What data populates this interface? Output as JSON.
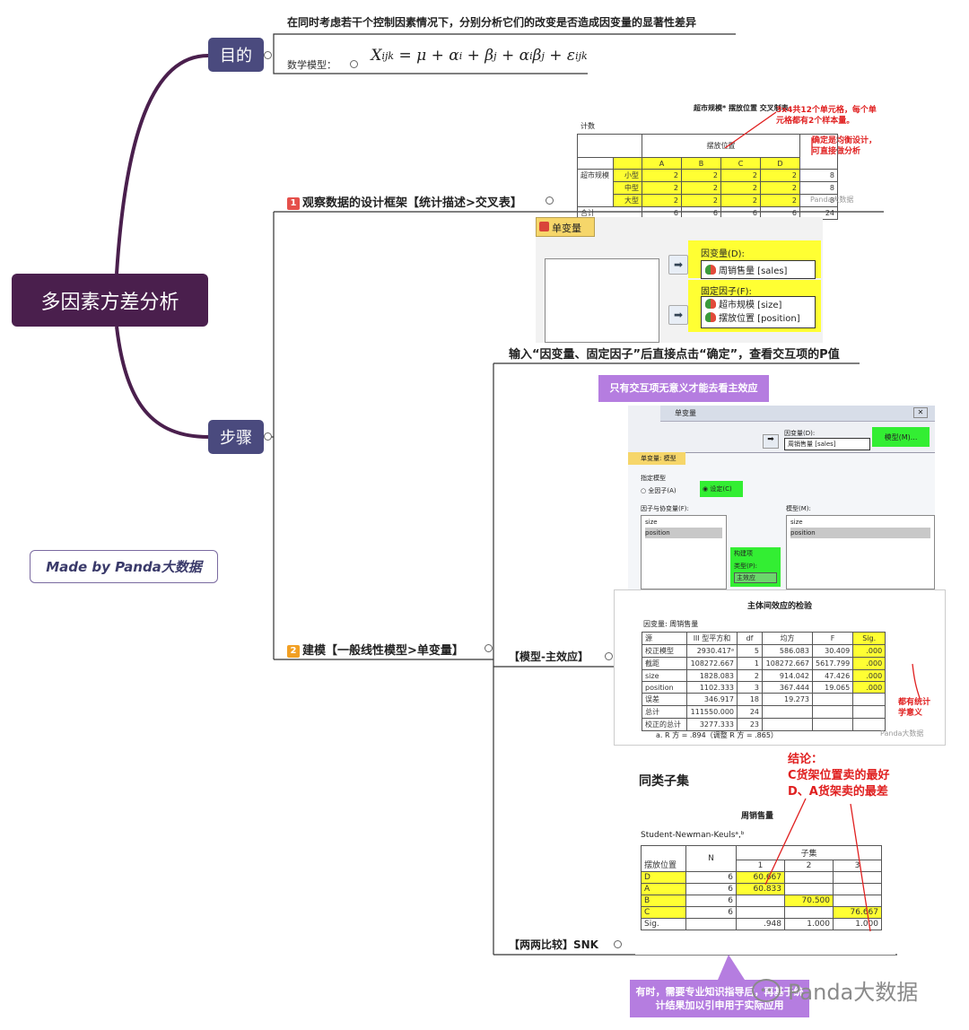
{
  "root": {
    "title": "多因素方差分析"
  },
  "branches": {
    "purpose": "目的",
    "steps": "步骤"
  },
  "purpose": {
    "description": "在同时考虑若干个控制因素情况下，分别分析它们的改变是否造成因变量的显著性差异",
    "model_label": "数学模型："
  },
  "step1": {
    "number": "1",
    "label": "观察数据的设计框架【统计描述>交叉表】",
    "crosstab": {
      "title": "超市规模* 摆放位置 交叉制表",
      "count_label": "计数",
      "col_group": "摆放位置",
      "columns": [
        "A",
        "B",
        "C",
        "D"
      ],
      "total_col": "合计",
      "row_group": "超市规模",
      "rows": [
        {
          "label": "小型",
          "values": [
            "2",
            "2",
            "2",
            "2"
          ],
          "total": "8"
        },
        {
          "label": "中型",
          "values": [
            "2",
            "2",
            "2",
            "2"
          ],
          "total": "8"
        },
        {
          "label": "大型",
          "values": [
            "2",
            "2",
            "2",
            "2"
          ],
          "total": "8"
        }
      ],
      "total_row": {
        "label": "合计",
        "values": [
          "6",
          "6",
          "6",
          "6"
        ],
        "total": "24"
      },
      "note1": "3x4共12个单元格，每个单元格都有2个样本量。",
      "note2": "确定是均衡设计，可直接做分析"
    }
  },
  "step2": {
    "number": "2",
    "label": "建模【一般线性模型>单变量】",
    "dialog": {
      "title": "单变量",
      "dependent_label": "因变量(D):",
      "dependent_value": "周销售量 [sales]",
      "fixed_label": "固定因子(F):",
      "fixed_values": [
        "超市规模 [size]",
        "摆放位置 [position]"
      ]
    },
    "instruction": "输入“因变量、固定因子”后直接点击“确定”，查看交互项的P值",
    "callout_interaction": "只有交互项无意义才能去看主效应",
    "model_sub": {
      "label": "【模型-主效应】",
      "dialog_title": "单变量",
      "model_dialog_title": "单变量: 模型",
      "model_button": "模型(M)...",
      "dependent_label": "因变量(D):",
      "dependent_value": "周销售量 [sales]",
      "specify_label": "指定模型",
      "full_factorial": "全因子(A)",
      "custom": "设定(C)",
      "factors_label": "因子与协变量(F):",
      "factors": [
        "size",
        "position"
      ],
      "model_label": "模型(M):",
      "model_terms": [
        "size",
        "position"
      ],
      "build_label": "构建项",
      "type_label": "类型(P):",
      "type_value": "主效应"
    },
    "anova": {
      "title": "主体间效应的检验",
      "dependent": "因变量: 周销售量",
      "headers": [
        "源",
        "III 型平方和",
        "df",
        "均方",
        "F",
        "Sig."
      ],
      "rows": [
        [
          "校正模型",
          "2930.417ᵃ",
          "5",
          "586.083",
          "30.409",
          ".000"
        ],
        [
          "截距",
          "108272.667",
          "1",
          "108272.667",
          "5617.799",
          ".000"
        ],
        [
          "size",
          "1828.083",
          "2",
          "914.042",
          "47.426",
          ".000"
        ],
        [
          "position",
          "1102.333",
          "3",
          "367.444",
          "19.065",
          ".000"
        ],
        [
          "误差",
          "346.917",
          "18",
          "19.273",
          "",
          ""
        ],
        [
          "总计",
          "111550.000",
          "24",
          "",
          "",
          ""
        ],
        [
          "校正的总计",
          "3277.333",
          "23",
          "",
          "",
          ""
        ]
      ],
      "footnote": "a. R 方 = .894（调整 R 方 = .865）",
      "note": "都有统计学意义"
    },
    "snk_sub": {
      "label": "【两两比较】SNK",
      "heading": "同类子集",
      "var_title": "周销售量",
      "method": "Student-Newman-Keulsᵃ,ᵇ",
      "subset_label": "子集",
      "row_header": "摆放位置",
      "n_header": "N",
      "subset_cols": [
        "1",
        "2",
        "3"
      ],
      "rows": [
        {
          "label": "D",
          "n": "6",
          "values": [
            "60.667",
            "",
            ""
          ]
        },
        {
          "label": "A",
          "n": "6",
          "values": [
            "60.833",
            "",
            ""
          ]
        },
        {
          "label": "B",
          "n": "6",
          "values": [
            "",
            "70.500",
            ""
          ]
        },
        {
          "label": "C",
          "n": "6",
          "values": [
            "",
            "",
            "76.667"
          ]
        }
      ],
      "sig_row": {
        "label": "Sig.",
        "values": [
          ".948",
          "1.000",
          "1.000"
        ]
      },
      "conclusion_title": "结论：",
      "conclusion_1": "C货架位置卖的最好",
      "conclusion_2": "D、A货架卖的最差"
    },
    "callout_bottom": "有时，需要专业知识指导后，再基于统计结果加以引申用于实际应用"
  },
  "watermark": {
    "brand": "Panda大数据",
    "small": "Panda大数据"
  },
  "made_by": "Made by Panda大数据",
  "colors": {
    "root": "#4a1f4d",
    "branch": "#4a4a7e",
    "callout": "#b57de0",
    "highlight_yellow": "#ffff33",
    "highlight_green": "#33ee33",
    "note_red": "#e02020"
  }
}
